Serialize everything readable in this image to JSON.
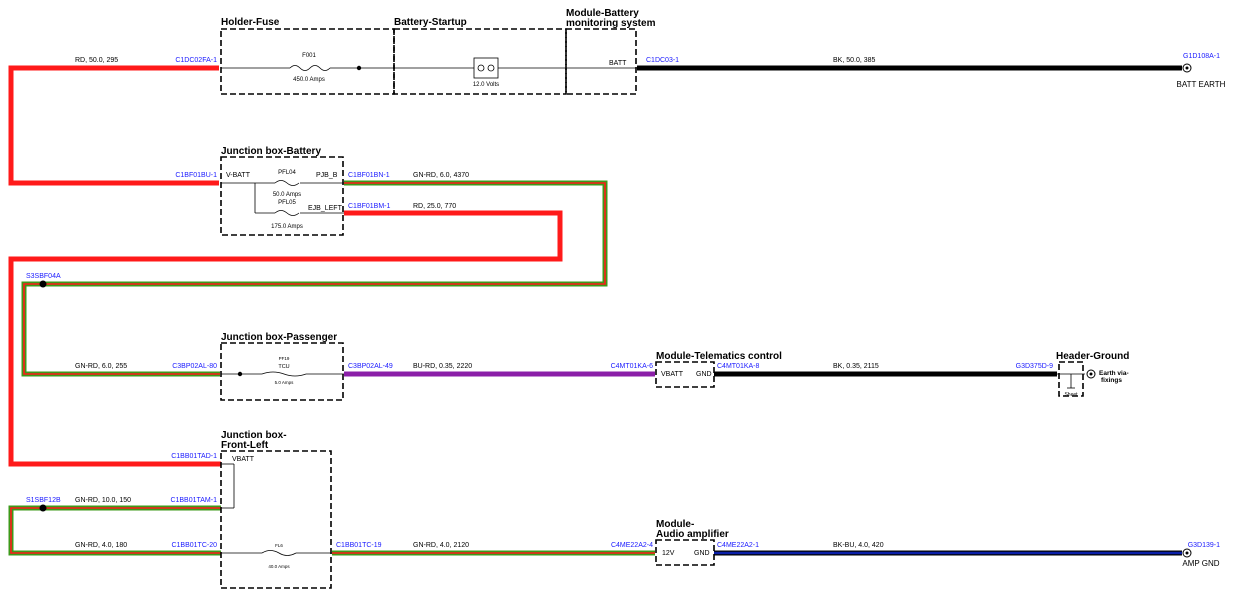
{
  "components": {
    "holder_fuse": "Holder-Fuse",
    "battery_startup": "Battery-Startup",
    "module_bms_line1": "Module-Battery",
    "module_bms_line2": "monitoring system",
    "junction_battery": "Junction box-Battery",
    "junction_passenger": "Junction box-Passenger",
    "module_telematics": "Module-Telematics control",
    "header_ground": "Header-Ground",
    "junction_front_left_line1": "Junction box-",
    "junction_front_left_line2": "Front-Left",
    "module_audio_line1": "Module-",
    "module_audio_line2": "Audio amplifier"
  },
  "connectors": {
    "c1dc02fa": "C1DC02FA-1",
    "c1dc03": "C1DC03-1",
    "g1d108a": "G1D108A-1",
    "c1bf01bu": "C1BF01BU-1",
    "c1bf01bn": "C1BF01BN-1",
    "c1bf01bm": "C1BF01BM-1",
    "s3sbf04a": "S3SBF04A",
    "c3bp02al80": "C3BP02AL-80",
    "c3bp02al49": "C3BP02AL-49",
    "c4mt01ka6": "C4MT01KA-6",
    "c4mt01ka8": "C4MT01KA-8",
    "g3d375d": "G3D375D-9",
    "c1bb01tad": "C1BB01TAD-1",
    "s1sbf12b": "S1SBF12B",
    "c1bb01tam": "C1BB01TAM-1",
    "c1bb01tc20": "C1BB01TC-20",
    "c1bb01tc19": "C1BB01TC-19",
    "c4me22a2_4": "C4ME22A2-4",
    "c4me22a2_1": "C4ME22A2-1",
    "g3d139": "G3D139-1"
  },
  "wires": {
    "w1": "RD,  50.0,  295",
    "w2": "BK,  50.0,  385",
    "w3": "GN-RD,  6.0,  4370",
    "w4": "RD,  25.0,  770",
    "w5": "GN-RD,  6.0,  255",
    "w6": "BU-RD,  0.35,  2220",
    "w7": "BK,  0.35,  2115",
    "w8": "GN-RD,  10.0,  150",
    "w9": "GN-RD,  4.0,  180",
    "w10": "GN-RD,  4.0,  2120",
    "w11": "BK-BU,  4.0,  420"
  },
  "parts": {
    "f001": "F001",
    "f001_rating": "450.0 Amps",
    "battery_voltage": "12.0 Volts",
    "pfl04": "PFL04",
    "pfl04_rating": "50.0 Amps",
    "pfl05": "PFL05",
    "pfl05_rating": "175.0 Amps",
    "pf19": "PF19",
    "pf19_name": "TCU",
    "pf19_rating": "5.0 Amps",
    "fl6": "FL6",
    "fl6_rating": "40.0 Amps"
  },
  "pins": {
    "batt": "BATT",
    "v_batt": "V-BATT",
    "pjb_b": "PJB_B",
    "ejb_left": "EJB_LEFT",
    "vbatt_tcu": "VBATT",
    "gnd_tcu": "GND",
    "vbatt_fl": "VBATT",
    "v12": "12V",
    "gnd_amp": "GND"
  },
  "grounds": {
    "batt_earth": "BATT EARTH",
    "earth_via_1": "Earth via-",
    "earth_via_2": "fixings",
    "sheet": "Sheet",
    "amp_gnd": "AMP GND"
  },
  "colors": {
    "red": "#ff1a1a",
    "green": "#3c9a1a",
    "black": "#000000",
    "purple": "#8b1fa8",
    "blue": "#0b1fa8",
    "connector_text": "#1a1aff"
  }
}
